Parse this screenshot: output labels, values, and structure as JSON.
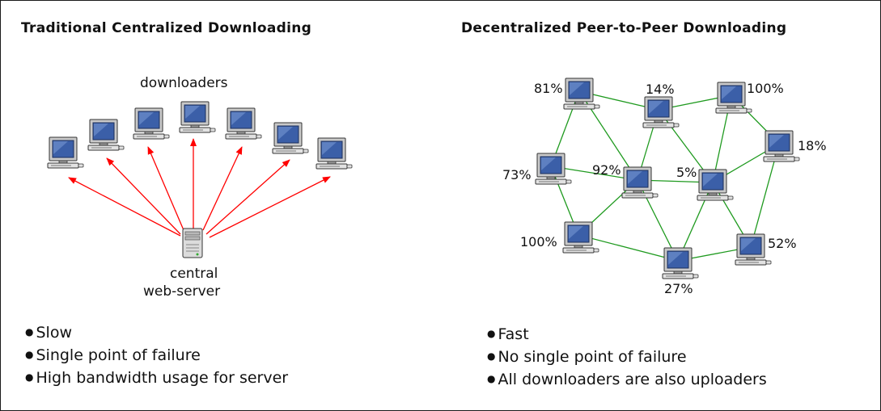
{
  "left": {
    "title": "Traditional Centralized Downloading",
    "downloaders_label": "downloaders",
    "server_label_line1": "central",
    "server_label_line2": "web-server",
    "bullets": [
      "Slow",
      "Single point of failure",
      "High bandwidth usage for server"
    ]
  },
  "right": {
    "title": "Decentralized Peer-to-Peer Downloading",
    "peers": [
      "81%",
      "14%",
      "100%",
      "18%",
      "73%",
      "92%",
      "5%",
      "100%",
      "52%",
      "27%"
    ],
    "bullets": [
      "Fast",
      "No single point of failure",
      "All downloaders are also uploaders"
    ]
  },
  "colors": {
    "download_arrow": "#ff0000",
    "peer_link": "#1f9a1f",
    "monitor_screen": "#3b5fa8",
    "computer_body": "#d6d6d6"
  },
  "icons": {
    "downloader": "desktop-computer-icon",
    "server": "server-tower-icon",
    "peer": "desktop-computer-icon"
  }
}
